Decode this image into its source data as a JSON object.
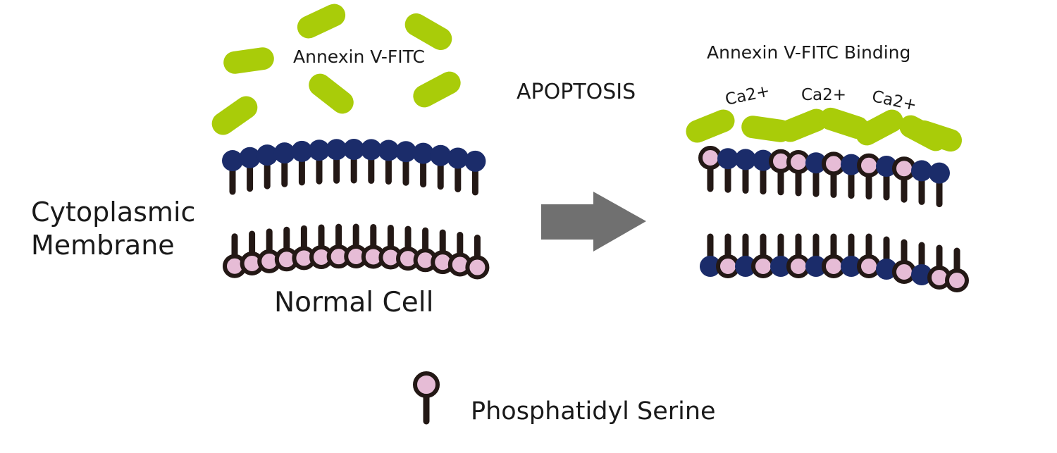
{
  "labels": {
    "annexin_free": "Annexin V-FITC",
    "process": "APOPTOSIS",
    "annexin_bound": "Annexin V-FITC Binding",
    "calcium": [
      "Ca2+",
      "Ca2+",
      "Ca2+"
    ],
    "membrane_line1": "Cytoplasmic",
    "membrane_line2": "Membrane",
    "normal_cell": "Normal Cell",
    "legend_phosphatidyl_serine": "Phosphatidyl Serine"
  },
  "colors": {
    "annexin": "#a9cc09",
    "outer_head": "#1b2c6a",
    "phosphatidyl_serine_head": "#e6bcd6",
    "tail": "#231815",
    "arrow": "#707070",
    "text": "#1a1a1a"
  }
}
